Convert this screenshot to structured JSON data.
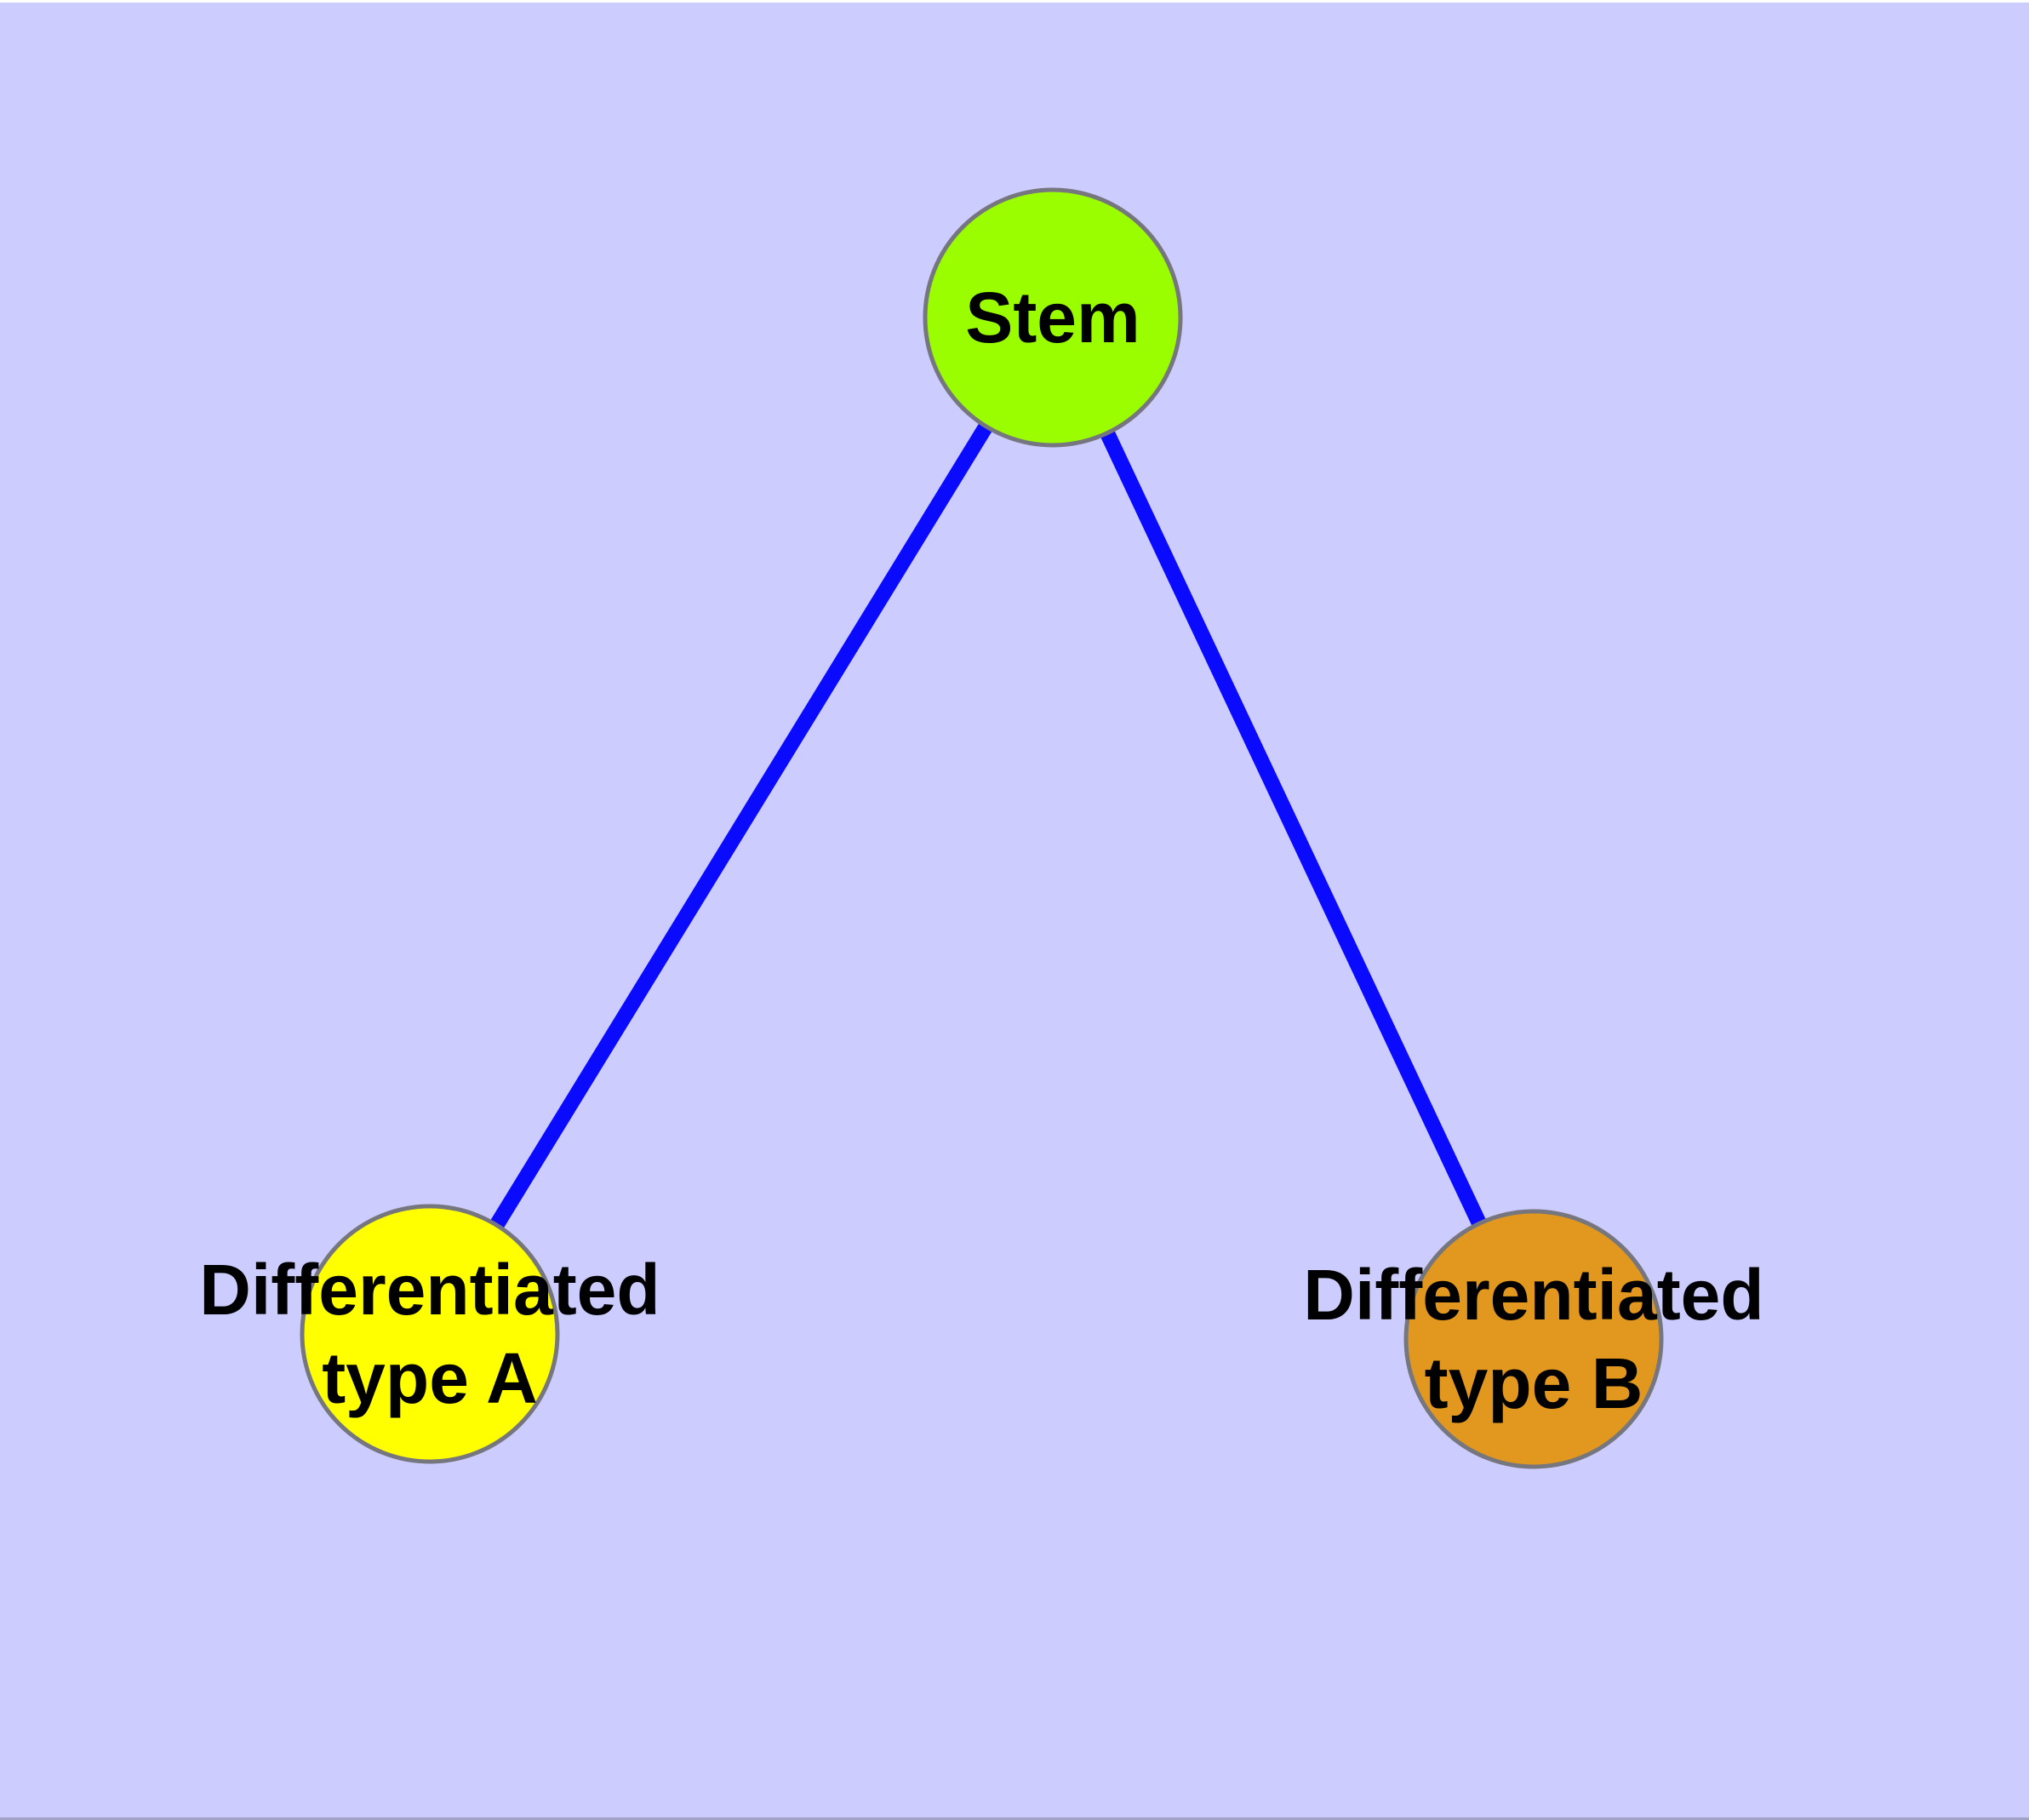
{
  "colors": {
    "background": "#ccccff",
    "edge": "#0a0aff",
    "node_border": "#76767e",
    "label_text": "#000000",
    "top_strip": "#ffffff",
    "bottom_strip": "#a2a2c4"
  },
  "nodes": {
    "stem": {
      "label": "Stem",
      "fill": "#9afe00"
    },
    "type_a": {
      "label_line1": "Differentiated",
      "label_line2": "type A",
      "fill": "#ffff00"
    },
    "type_b": {
      "label_line1": "Differentiated",
      "label_line2": "type B",
      "fill": "#e2981e"
    }
  },
  "edges": [
    {
      "from": "Stem",
      "to": "Differentiated type A"
    },
    {
      "from": "Stem",
      "to": "Differentiated type B"
    }
  ]
}
